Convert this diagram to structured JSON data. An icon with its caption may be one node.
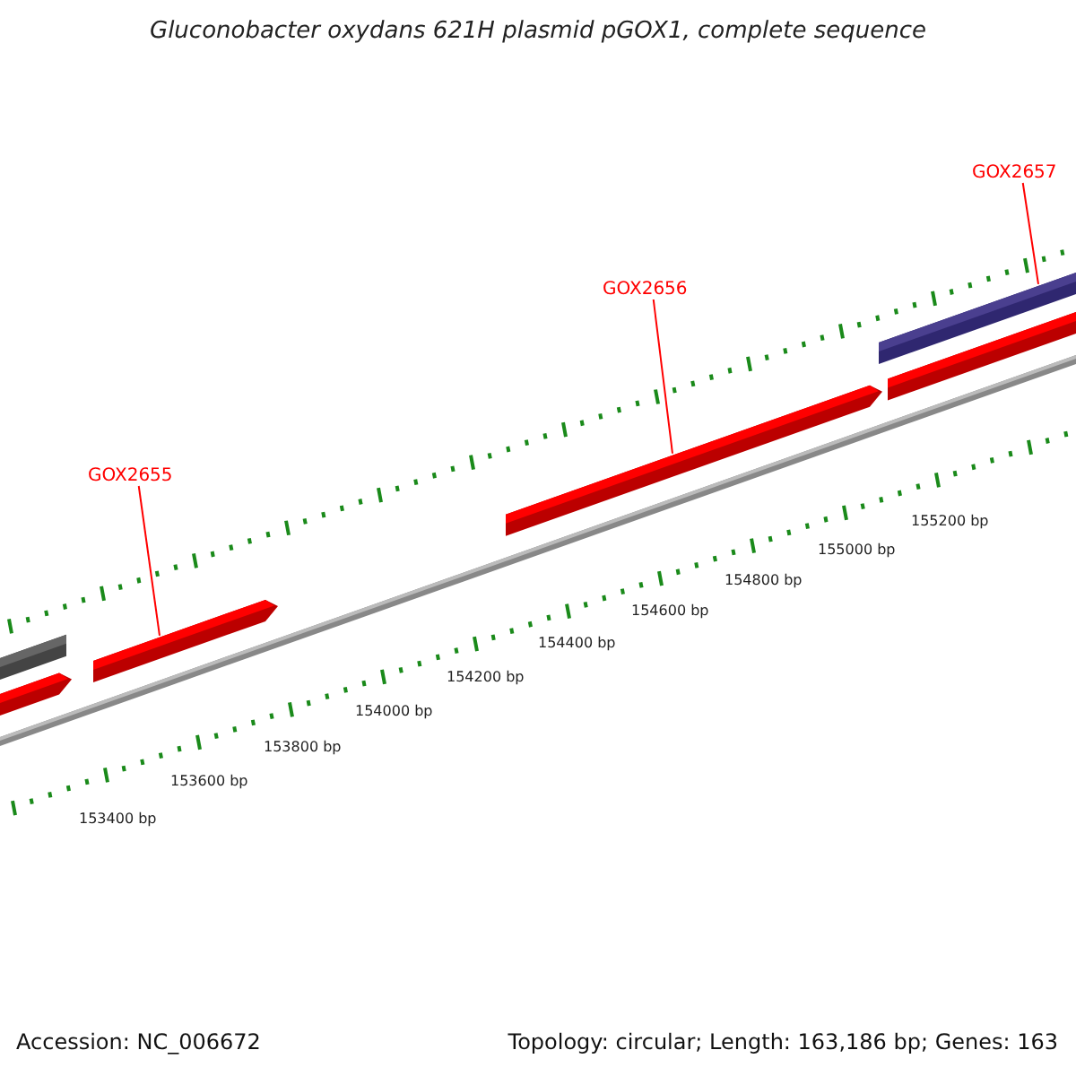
{
  "diagram": {
    "title": "Gluconobacter oxydans 621H plasmid pGOX1, complete sequence",
    "nodes": [
      {
        "text": [
          "GOX2655"
        ]
      },
      {
        "text": [
          "GOX2656"
        ]
      },
      {
        "text": [
          "GOX2657"
        ]
      },
      {
        "text": [],
        "shape": "bar"
      },
      {
        "text": [],
        "shape": "bar"
      },
      {
        "text": [],
        "shape": "bar"
      },
      {
        "text": [],
        "shape": "bar"
      },
      {
        "text": [],
        "shape": "bar"
      },
      {
        "text": [],
        "shape": "bar"
      }
    ],
    "edges": [
      {
        "from": 0,
        "to": 5,
        "arrow": "none"
      },
      {
        "from": 1,
        "to": 6,
        "arrow": "none"
      },
      {
        "from": 2,
        "to": 7,
        "arrow": "none"
      }
    ],
    "labels": [
      "153400 bp",
      "153600 bp",
      "153800 bp",
      "154000 bp",
      "154200 bp",
      "154400 bp",
      "154600 bp",
      "154800 bp",
      "155000 bp",
      "155200 bp",
      "Accession: NC_006672",
      "Topology: circular; Length: 163,186 bp; Genes: 163"
    ]
  }
}
